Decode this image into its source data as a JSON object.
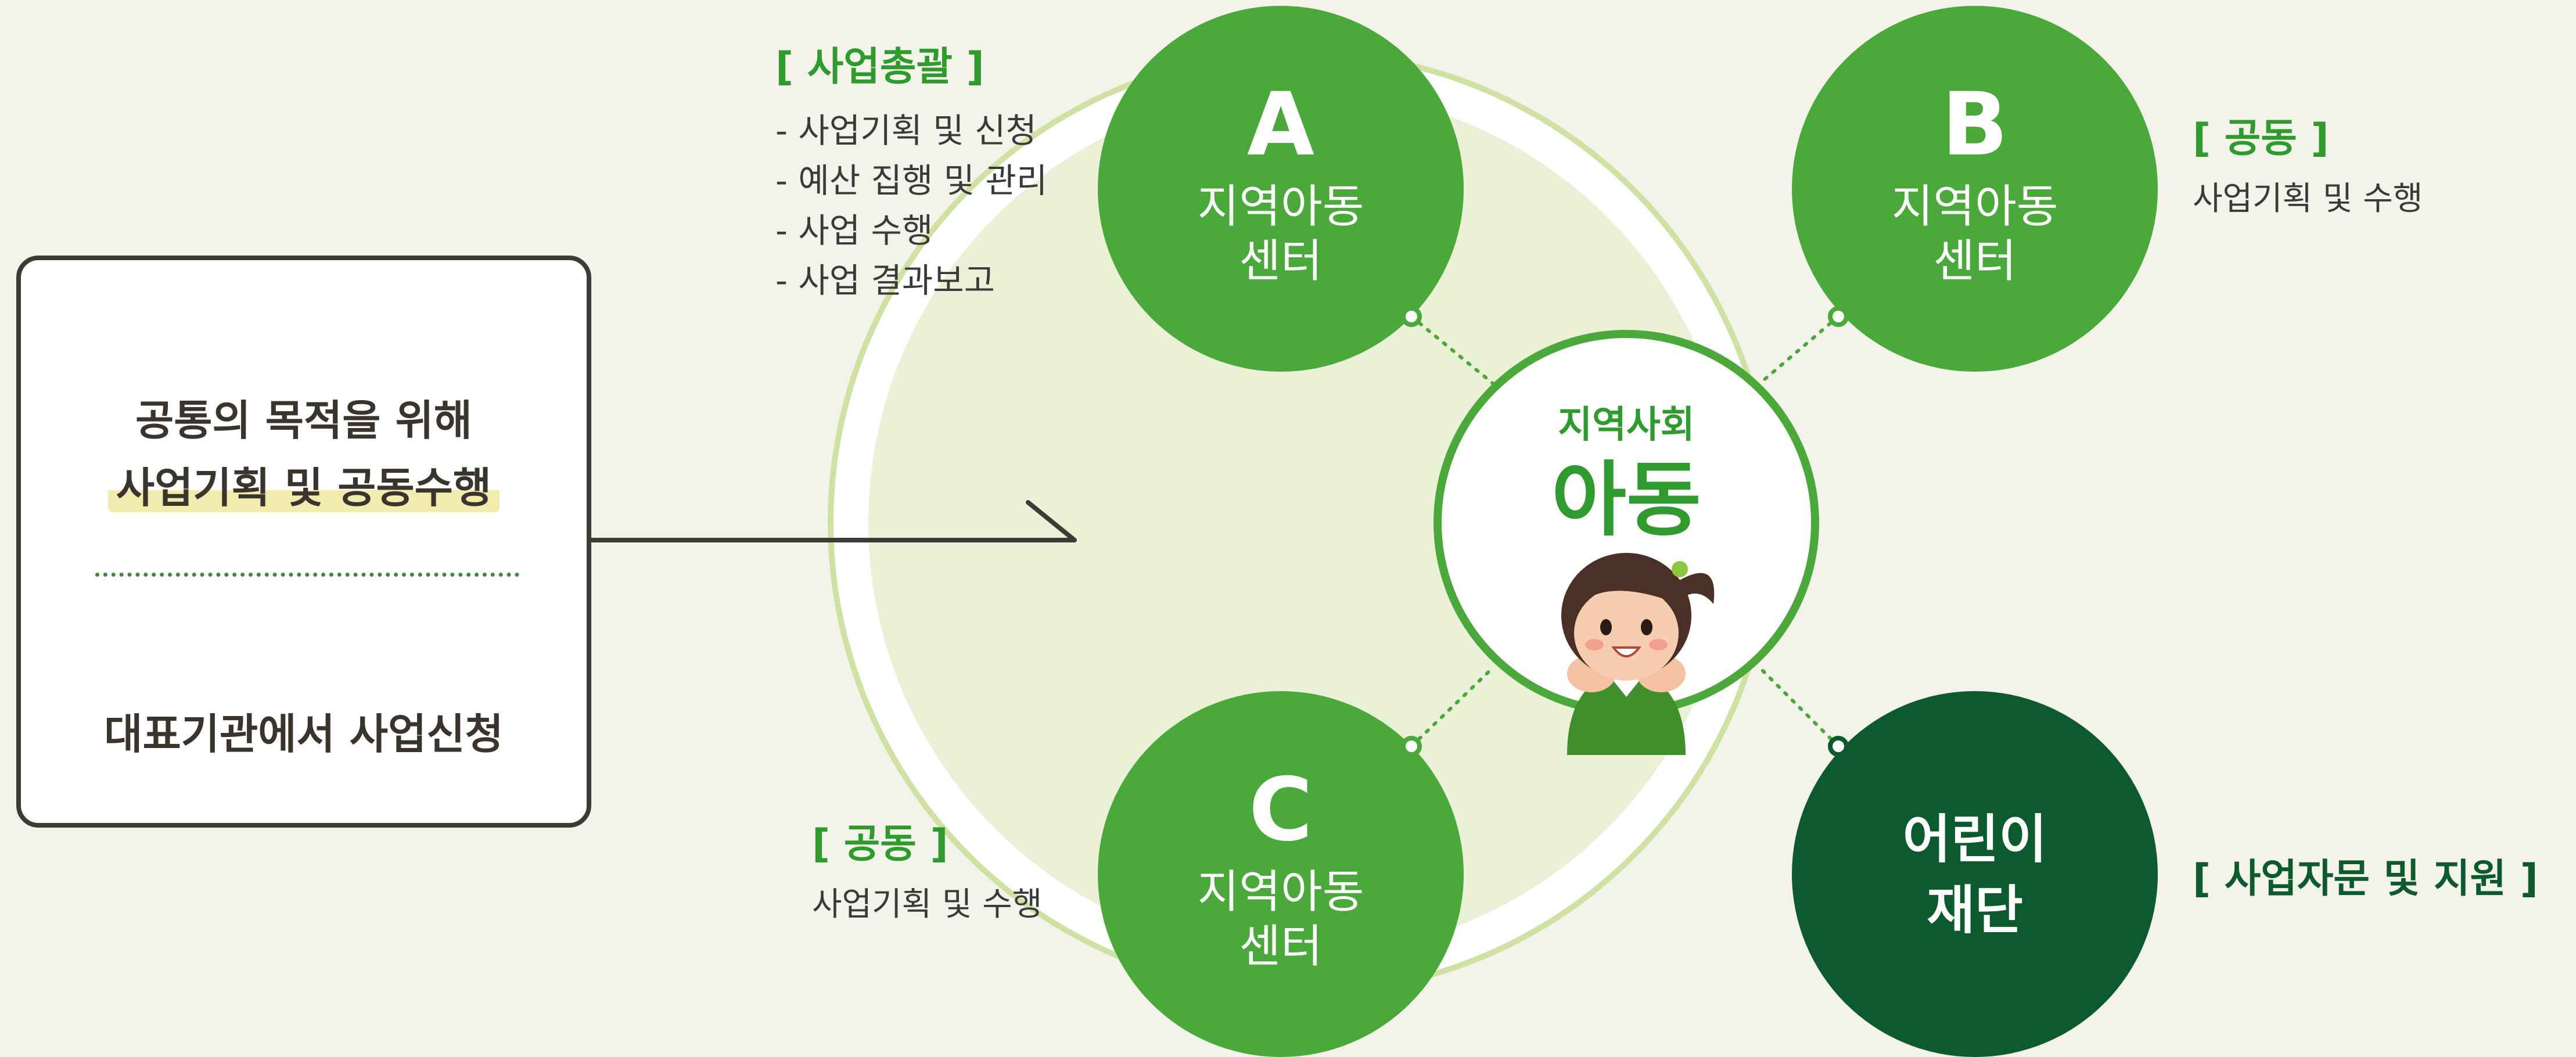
{
  "left_box": {
    "line1": "공통의 목적을 위해",
    "line2": "사업기획 및 공동수행",
    "line3": "대표기관에서 사업신청"
  },
  "centers": {
    "a": {
      "letter": "A",
      "name_line1": "지역아동",
      "name_line2": "센터"
    },
    "b": {
      "letter": "B",
      "name_line1": "지역아동",
      "name_line2": "센터"
    },
    "c": {
      "letter": "C",
      "name_line1": "지역아동",
      "name_line2": "센터"
    }
  },
  "foundation": {
    "name_line1": "어린이",
    "name_line2": "재단"
  },
  "center_hub": {
    "small": "지역사회",
    "big": "아동"
  },
  "info": {
    "a": {
      "tag": "[ 사업총괄 ]",
      "items": [
        "- 사업기획 및 신청",
        "- 예산 집행 및 관리",
        "- 사업 수행",
        "- 사업 결과보고"
      ]
    },
    "b": {
      "tag": "[ 공동 ]",
      "desc": "사업기획 및 수행"
    },
    "c": {
      "tag": "[ 공동 ]",
      "desc": "사업기획 및 수행"
    },
    "foundation": {
      "tag": "[ 사업자문 및 지원 ]"
    }
  },
  "colors": {
    "background": "#f4f3e9",
    "green": "#4aa93a",
    "dark_green": "#0d5a2e",
    "pale_green": "#eaf1d6",
    "ring_green": "#cfe2a4",
    "text_green": "#2f9b2f",
    "dark_text": "#3a342e"
  },
  "icons": [
    "check-circle-icon",
    "arrow-icon",
    "child-illustration-icon"
  ]
}
